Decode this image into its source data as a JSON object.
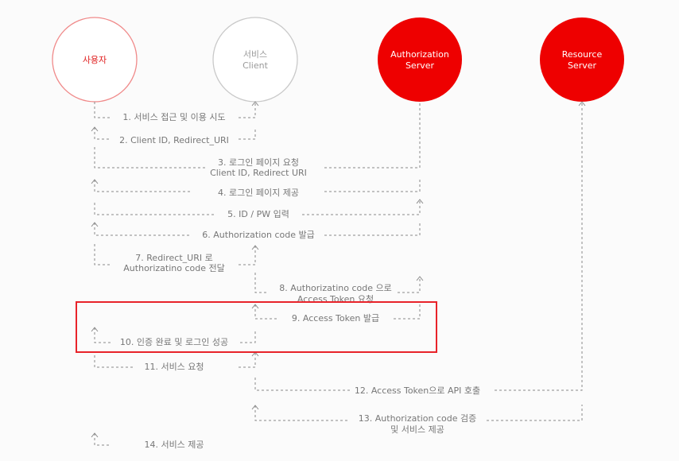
{
  "colors": {
    "accent": "#ee0000",
    "line": "#8a8a8a",
    "text": "#777777",
    "highlight": "#e8232a"
  },
  "actors": [
    {
      "name_lines": [
        "사용자"
      ],
      "style": "outline-red"
    },
    {
      "name_lines": [
        "서비스",
        "Client"
      ],
      "style": "outline-gray"
    },
    {
      "name_lines": [
        "Authorization",
        "Server"
      ],
      "style": "filled-red"
    },
    {
      "name_lines": [
        "Resource",
        "Server"
      ],
      "style": "filled-red"
    }
  ],
  "steps": [
    {
      "lines": [
        "1. 서비스 접근 및 이용 시도"
      ]
    },
    {
      "lines": [
        "2. Client ID, Redirect_URI"
      ]
    },
    {
      "lines": [
        "3. 로그인 페이지 요청",
        "Client ID, Redirect URI"
      ]
    },
    {
      "lines": [
        "4. 로그인 페이지 제공"
      ]
    },
    {
      "lines": [
        "5. ID / PW 입력"
      ]
    },
    {
      "lines": [
        "6. Authorization code 발급"
      ]
    },
    {
      "lines": [
        "7. Redirect_URI 로",
        "Authorizatino code 전달"
      ]
    },
    {
      "lines": [
        "8. Authorizatino code 으로",
        "Access Token 요청"
      ]
    },
    {
      "lines": [
        "9. Access Token 발급"
      ]
    },
    {
      "lines": [
        "10. 인증 완료 및 로그인 성공"
      ]
    },
    {
      "lines": [
        "11. 서비스 요청"
      ]
    },
    {
      "lines": [
        "12. Access Token으로 API 호출"
      ]
    },
    {
      "lines": [
        "13. Authorization code 검증",
        "및 서비스 제공"
      ]
    },
    {
      "lines": [
        "14. 서비스 제공"
      ]
    }
  ]
}
